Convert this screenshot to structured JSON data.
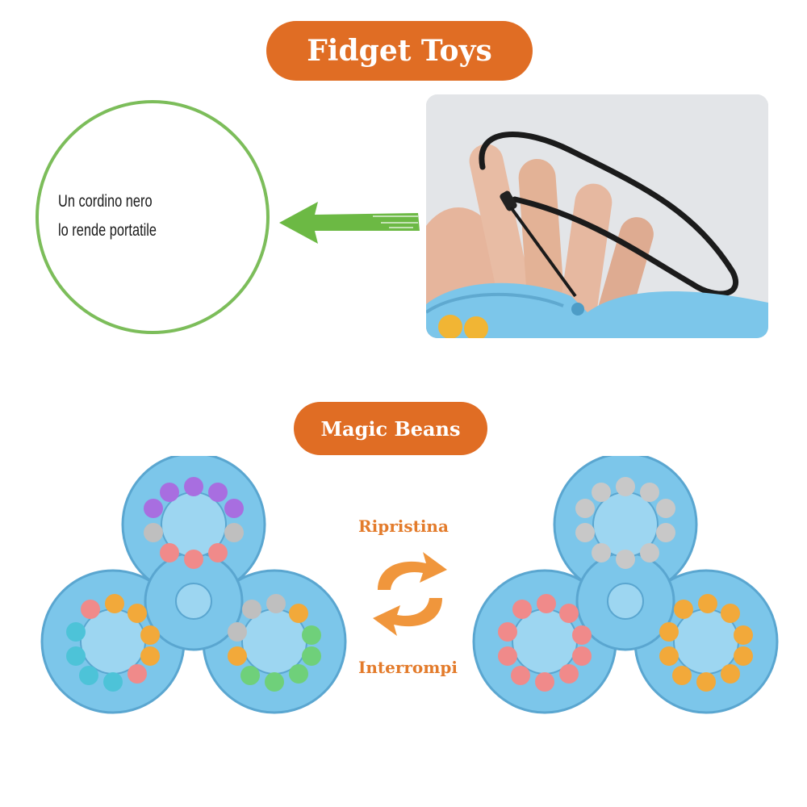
{
  "header": {
    "title": "Fidget Toys"
  },
  "callout": {
    "lines": [
      "Un cordino nero",
      "lo rende portatile"
    ]
  },
  "section": {
    "title": "Magic Beans"
  },
  "arrows": {
    "top_label": "Ripristina",
    "bottom_label": "Interrompi"
  },
  "colors": {
    "accent": "#e06d24",
    "circle": "#7cbd5a",
    "arrow_green": "#6cb944",
    "toy_blue": "#7cc6ea"
  }
}
